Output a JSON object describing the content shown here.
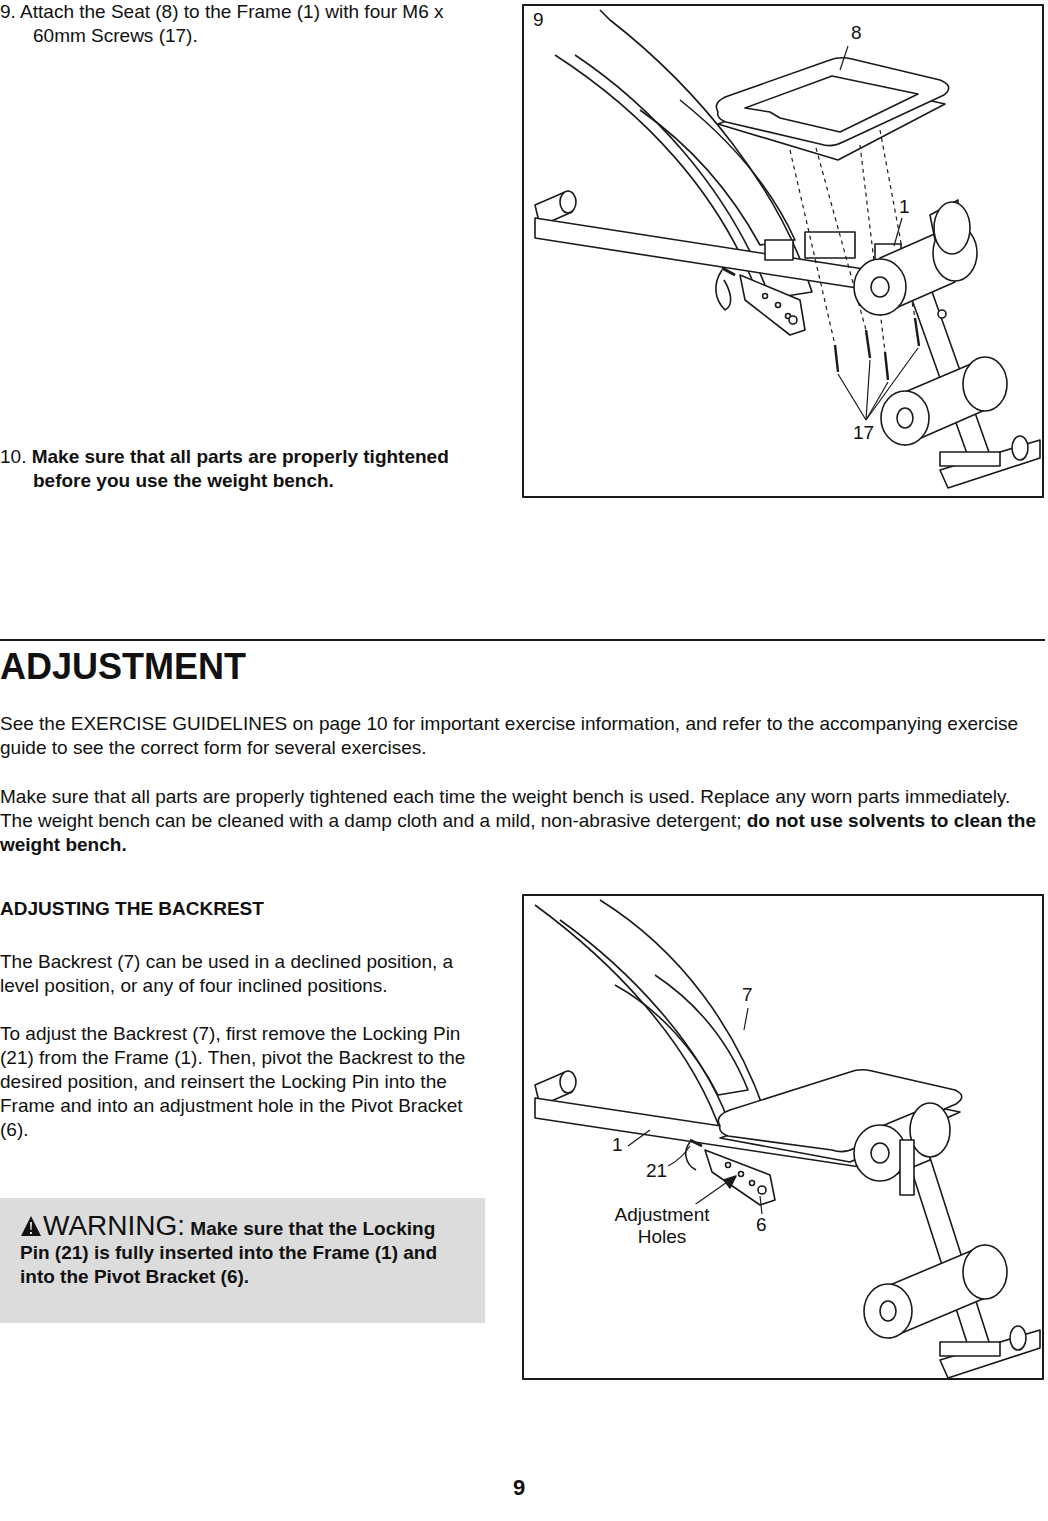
{
  "diagram": {
    "title": "ADJUSTMENT",
    "nodes": [
      {
        "text": [
          "WARNING:",
          "Make sure that the Locking Pin (21) is fully inserted into the Frame (1) and into the Pivot Bracket (6)."
        ]
      }
    ],
    "labels": [
      "9.",
      "Attach the Seat (8) to the Frame (1) with four M6 x 60mm Screws (17).",
      "10.",
      "Make sure that all parts are properly tightened before you use the weight bench.",
      "9",
      "8",
      "1",
      "17",
      "See the EXERCISE GUIDELINES on page 10 for important exercise information, and refer to the accompanying exercise guide to see the correct form for several exercises.",
      "Make sure that all parts are properly tightened each time the weight bench is used. Replace any worn parts immediately. The weight bench can be cleaned with a damp cloth and a mild, non-abrasive detergent;",
      "do not use solvents to clean the weight bench.",
      "ADJUSTING THE BACKREST",
      "The Backrest (7) can be used in a declined position, a level position, or any of four inclined positions.",
      "To adjust the Backrest (7), first remove the Locking Pin (21) from the Frame (1). Then, pivot the Backrest to the desired position, and reinsert the Locking Pin into the Frame and into an adjustment hole in the Pivot Bracket (6).",
      "7",
      "1",
      "21",
      "Adjustment Holes",
      "6",
      "9"
    ]
  }
}
